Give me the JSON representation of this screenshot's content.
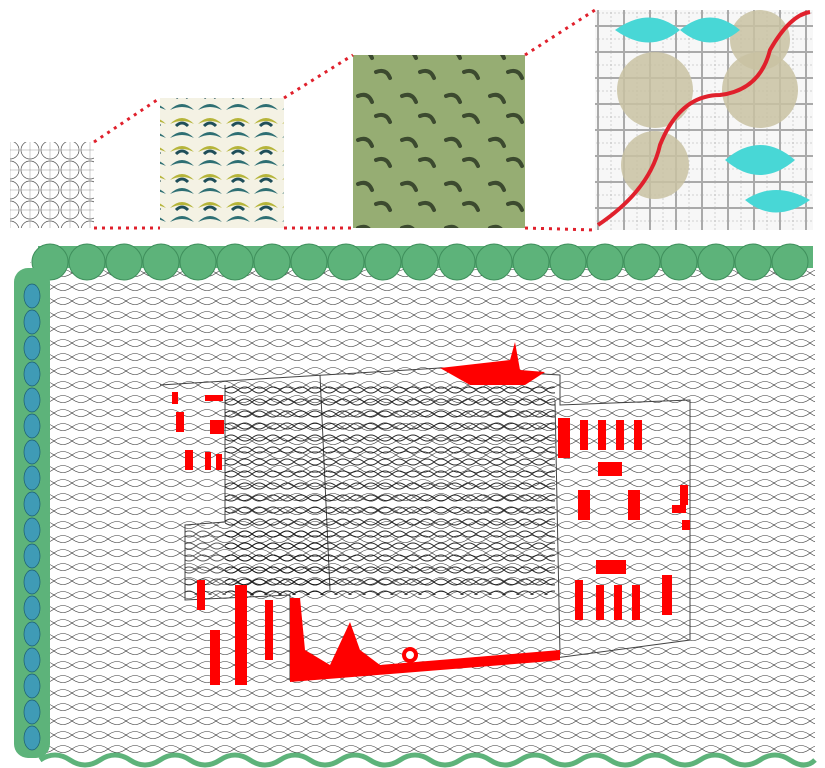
{
  "figure": {
    "panels": [
      {
        "id": "line-tiling",
        "description_hidden": true
      },
      {
        "id": "colored-tiling",
        "colors": [
          "#b6b53a",
          "#2e6f73",
          "#1f4e59"
        ]
      },
      {
        "id": "green-fabric",
        "colors": [
          "#96ad73",
          "#3c4a2f"
        ]
      },
      {
        "id": "tile-grid-detail",
        "colors": [
          "#c9c2a2",
          "#48d7d6",
          "#e0202c"
        ]
      }
    ],
    "connector_color": "#e0202c",
    "plan": {
      "background_color": "#ffffff",
      "border_color": "#5db37a",
      "left_border_accent": "#3f9bb6",
      "pattern_stroke": "#222222",
      "overlay_color": "#ff0000"
    }
  }
}
